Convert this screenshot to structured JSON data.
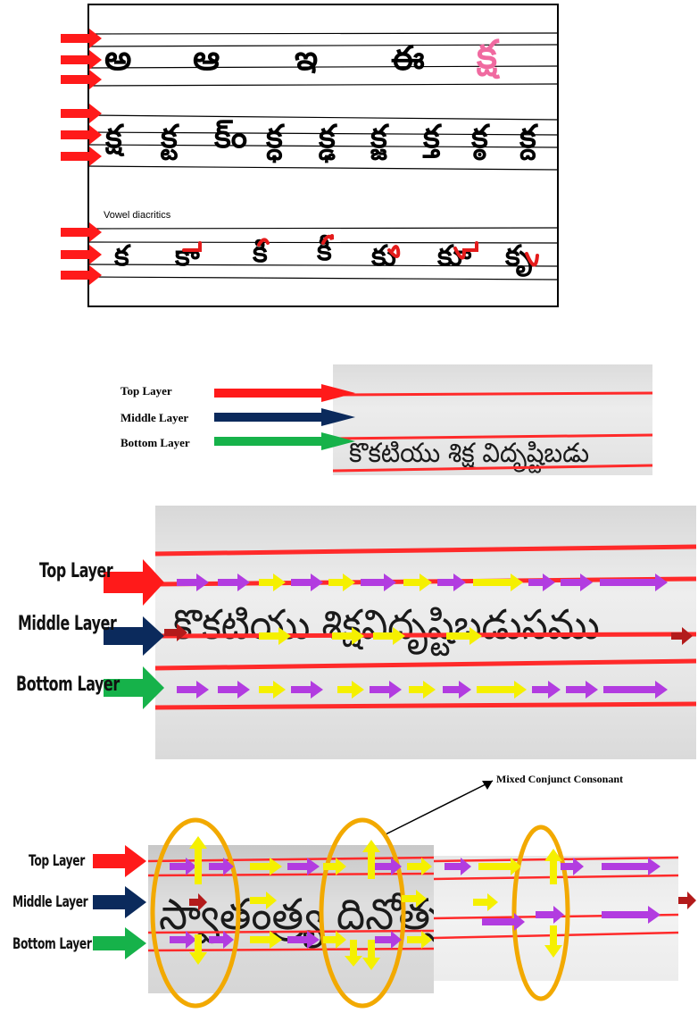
{
  "figure_a": {
    "vowels": [
      "అ",
      "ఆ",
      "ఇ",
      "ఈ",
      "క్ష"
    ],
    "subscripts": [
      "క్ష",
      "క్ట",
      "క్ం",
      "క్ధ",
      "క్ఢ",
      "క్జ",
      "క్త",
      "క్ఠ",
      "క్ద"
    ],
    "diacritic_caption": "Vowel diacritics",
    "diacritics": [
      "క",
      "కా",
      "కి",
      "కీ",
      "కు",
      "కూ",
      "కృ"
    ]
  },
  "figure_b": {
    "legend": {
      "top": "Top Layer",
      "middle": "Middle Layer",
      "bottom": "Bottom Layer"
    },
    "handwriting": "కొకటియు  శిక్ష విదృష్టిబడు"
  },
  "figure_c": {
    "labels": {
      "top": "Top Layer",
      "middle": "Middle Layer",
      "bottom": "Bottom Layer"
    },
    "handwriting": "కొకటియు  శిక్షవిదృష్టిబడుసము"
  },
  "figure_d": {
    "annotation": "Mixed Conjunct Consonant",
    "labels": {
      "top": "Top Layer",
      "middle": "Middle Layer",
      "bottom": "Bottom Layer"
    },
    "handwriting": "స్వాతంత్ర్య  దినోత్సవము"
  },
  "colors": {
    "red": "#ff1a1a",
    "navy": "#0b2a5c",
    "green": "#16b24a",
    "purple": "#b23ce0",
    "yellow": "#f5f000",
    "orange": "#f2a900",
    "pink": "#f06aa0"
  }
}
